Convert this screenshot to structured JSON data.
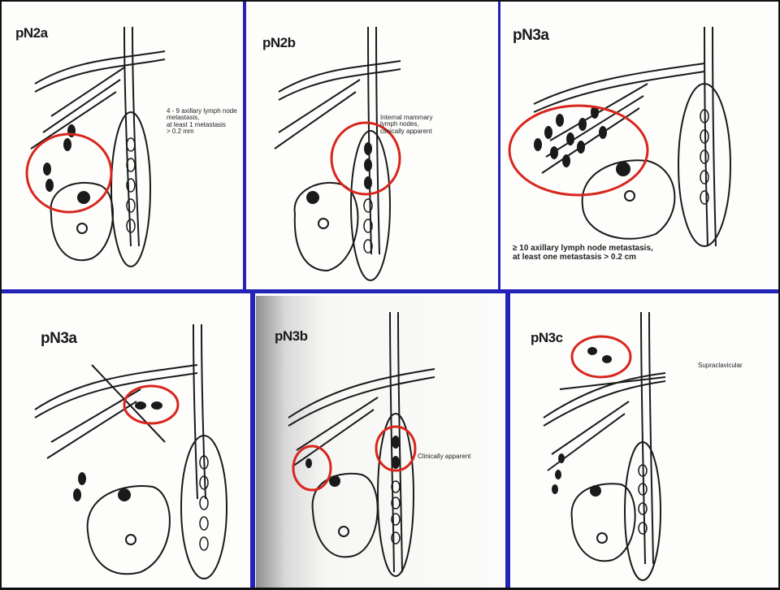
{
  "panels": [
    {
      "label": "pN2a",
      "note": [
        "4 - 9 axillary lymph node",
        "metastasis,",
        "at least 1 metastasis",
        "> 0.2 mm"
      ]
    },
    {
      "label": "pN2b",
      "note": [
        "Internal mammary",
        "lymph nodes,",
        "clinically apparent"
      ]
    },
    {
      "label": "pN3a",
      "note": [
        "≥ 10 axillary lymph node metastasis,",
        "at least one metastasis > 0.2 cm"
      ]
    },
    {
      "label": "pN3a",
      "note": []
    },
    {
      "label": "pN3b",
      "note": [
        "Clinically apparent"
      ]
    },
    {
      "label": "pN3c",
      "note": [
        "Supraclavicular"
      ]
    }
  ],
  "colors": {
    "frame": "#2323b8",
    "circle": "#d8261c",
    "ink": "#1a1a1a"
  }
}
